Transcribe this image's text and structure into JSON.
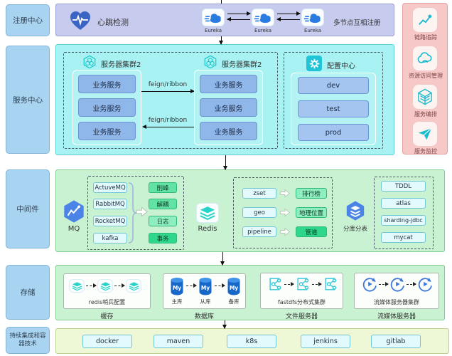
{
  "left_labels": [
    "注册中心",
    "服务中心",
    "中间件",
    "存储",
    "持续集成和容器技术"
  ],
  "registry_row": {
    "heartbeat": "心跳检测",
    "nodes": [
      "Eureka",
      "Eureka",
      "Eureka"
    ],
    "note": "多节点互相注册"
  },
  "service_row": {
    "cluster1": {
      "title": "服务器集群2",
      "services": [
        "业务服务",
        "业务服务",
        "业务服务"
      ]
    },
    "cluster2": {
      "title": "服务器集群2",
      "services": [
        "业务服务",
        "业务服务",
        "业务服务"
      ]
    },
    "link_top": "feign/ribbon",
    "link_bottom": "feign/ribbon",
    "config": {
      "title": "配置中心",
      "envs": [
        "dev",
        "test",
        "prod"
      ]
    }
  },
  "middleware_row": {
    "mq_label": "MQ",
    "mq_products": [
      "ActuveMQ",
      "RabbitMQ",
      "RocketMQ",
      "kafka"
    ],
    "mq_uses": [
      "削峰",
      "解耦",
      "日志",
      "事务"
    ],
    "redis_label": "Redis",
    "redis_features": [
      {
        "key": "zset",
        "use": "排行榜"
      },
      {
        "key": "geo",
        "use": "地理位置"
      },
      {
        "key": "pipeline",
        "use": "管道"
      }
    ],
    "sharding_label": "分库分表",
    "sharding_products": [
      "TDDL",
      "atlas",
      "sharding-jdbc",
      "mycat"
    ]
  },
  "storage_row": {
    "cache": {
      "cluster_label": "redis哨兵配置",
      "caption": "缓存"
    },
    "database": {
      "nodes": [
        "主库",
        "从库",
        "备库"
      ],
      "icon_text": "My",
      "caption": "数据库"
    },
    "files": {
      "cluster_label": "fastdfs分布式集群",
      "caption": "文件服务器"
    },
    "media": {
      "cluster_label": "流媒体服务器集群",
      "caption": "流媒体服务器"
    }
  },
  "ci_row": {
    "items": [
      "docker",
      "maven",
      "k8s",
      "jenkins",
      "gitlab"
    ]
  },
  "right_panel": {
    "items": [
      {
        "label": "链路追踪",
        "icon": "trace-chart-icon"
      },
      {
        "label": "资源访问管理",
        "icon": "resource-cloud-icon"
      },
      {
        "label": "服务编排",
        "icon": "orchestration-cube-icon"
      },
      {
        "label": "服务监控",
        "icon": "monitor-plane-icon"
      }
    ]
  },
  "icons": {
    "heartbeat": "heart-pulse-icon",
    "eureka": "eureka-cloud-icon",
    "cluster": "hexagon-cluster-icon",
    "config": "gear-icon",
    "mq": "mq-hexagon-chart-icon",
    "redis": "redis-layers-icon",
    "sharding": "sharding-hexagon-db-icon",
    "mysql": "mysql-cylinder-icon",
    "fastdfs": "file-node-icon",
    "stream": "media-loop-play-icon"
  },
  "colors": {
    "registry_bg": "#c7cbee",
    "service_bg": "#a9f2f3",
    "middleware_bg": "#c9f2d2",
    "ci_bg": "#eef8d6",
    "panel_bg": "#f7c8c8",
    "side_label_bg": "#a9d4f1",
    "service_box": "#8fb7ea",
    "green_box": "#63e2a5",
    "teal_icon": "#1fc8cc",
    "blue_icon": "#4b84e6"
  }
}
